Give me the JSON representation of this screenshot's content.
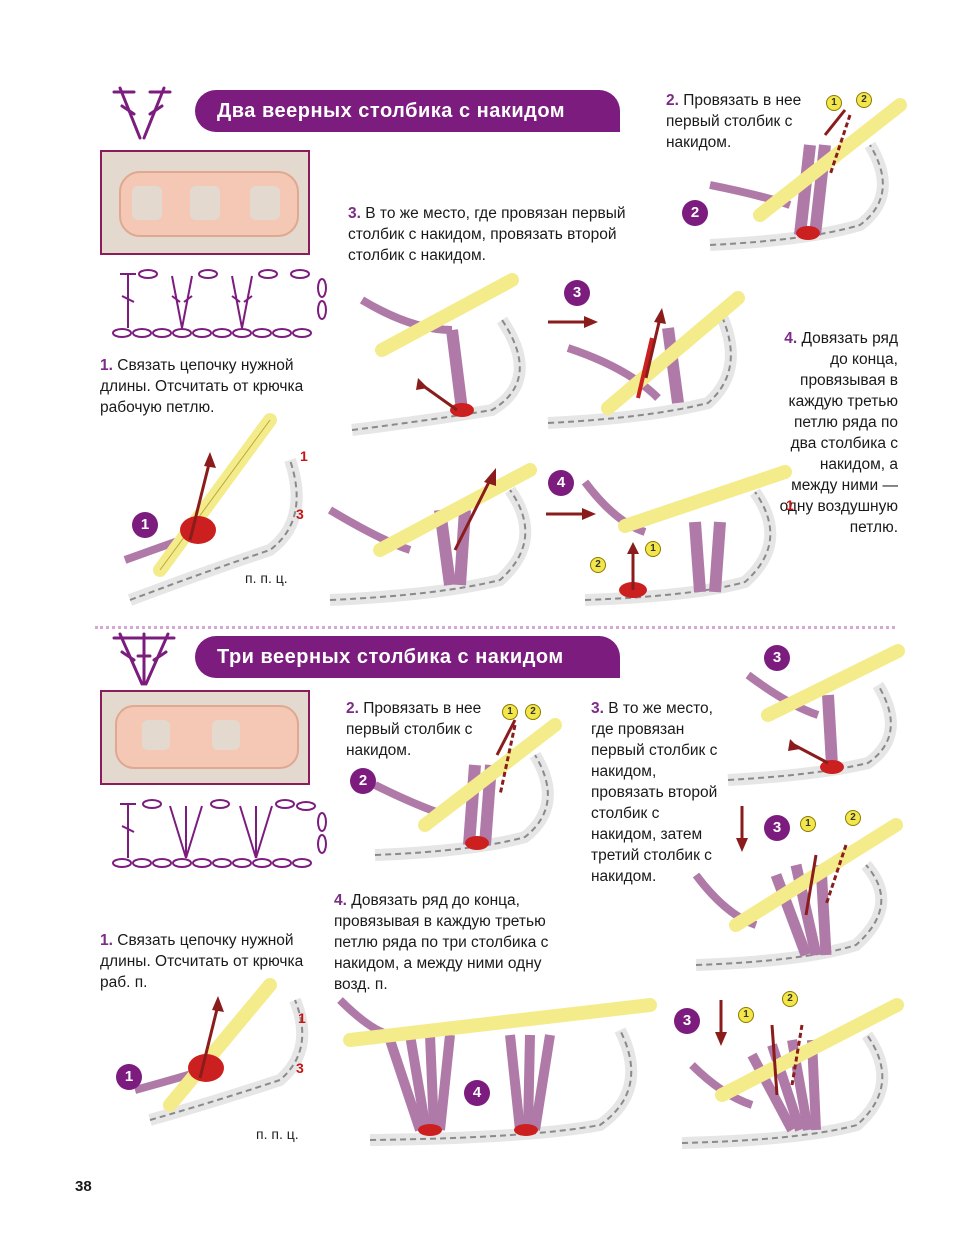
{
  "section1": {
    "title": "Два веерных столбика с накидом",
    "step1": {
      "num": "1.",
      "text": "Связать цепочку нужной длины. Отсчитать от крючка рабочую петлю."
    },
    "step2": {
      "num": "2.",
      "text": "Провязать в нее первый столбик с накидом."
    },
    "step3": {
      "num": "3.",
      "text": "В то же место, где провязан первый столбик с накидом, провязать второй столбик с накидом."
    },
    "step4": {
      "num": "4.",
      "text": "Довязать ряд до конца, провязывая в каждую третью петлю ряда по два столбика с накидом, а между ними — одну воздушную петлю."
    },
    "diagram_labels": {
      "loop1": "1",
      "loop3": "3",
      "ppc": "п. п. ц."
    },
    "badges": [
      "1",
      "2",
      "3",
      "4"
    ],
    "small_badges": [
      "1",
      "2"
    ]
  },
  "section2": {
    "title": "Три веерных столбика с накидом",
    "step1": {
      "num": "1.",
      "text": "Связать цепочку нужной длины. Отсчитать от крючка раб. п."
    },
    "step2": {
      "num": "2.",
      "text": "Провязать в нее первый столбик с накидом."
    },
    "step3": {
      "num": "3.",
      "text": "В то же место, где провязан первый столбик с накидом, провязать второй столбик с накидом, затем третий столбик с накидом."
    },
    "step4": {
      "num": "4.",
      "text": "Довязать ряд до конца, провязывая в каждую третью петлю ряда по три столбика с накидом, а между ними одну возд. п."
    },
    "diagram_labels": {
      "loop1": "1",
      "loop3": "3",
      "ppc": "п. п. ц."
    },
    "badges": [
      "1",
      "2",
      "3",
      "4"
    ],
    "small_badges": [
      "1",
      "2"
    ]
  },
  "page_number": "38",
  "colors": {
    "banner": "#7b1c7e",
    "yarn": "#b07aa8",
    "hook": "#f4ec8a",
    "arrow": "#8a1c1c",
    "accent_text": "#7b2c86"
  }
}
